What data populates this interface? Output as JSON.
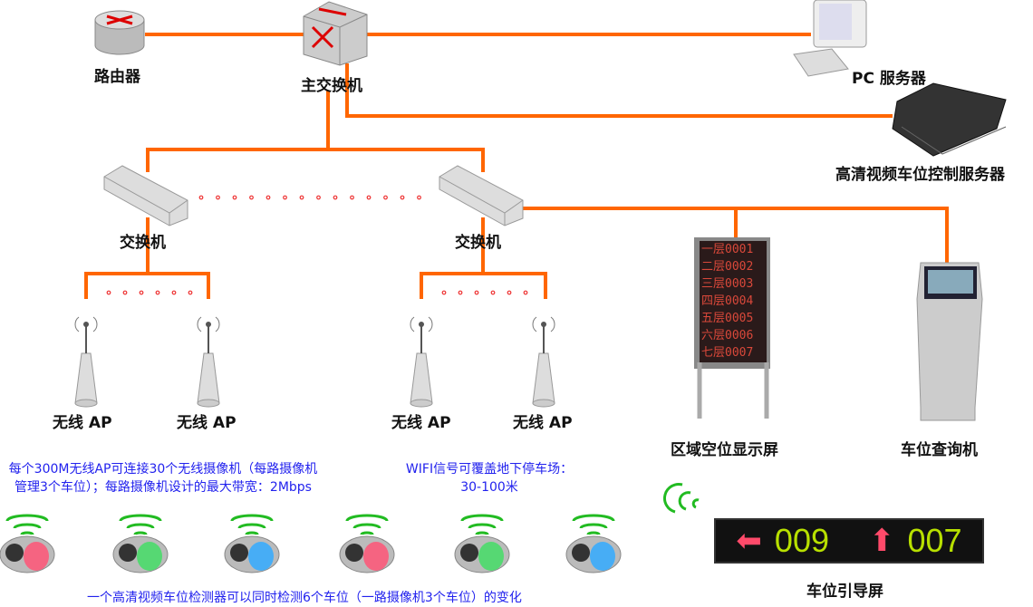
{
  "nodes": {
    "router": "路由器",
    "main_switch": "主交换机",
    "pc_server": "PC 服务器",
    "hd_server": "高清视频车位控制服务器",
    "switch_left": "交换机",
    "switch_right": "交换机",
    "ap1": "无线 AP",
    "ap2": "无线 AP",
    "ap3": "无线 AP",
    "ap4": "无线 AP",
    "zone_display": "区域空位显示屏",
    "kiosk": "车位查询机",
    "guide_screen": "车位引导屏"
  },
  "zone_display_rows": [
    "一层0001",
    "二层0002",
    "三层0003",
    "四层0004",
    "五层0005",
    "六层0006",
    "七层0007"
  ],
  "guide_screen": {
    "left_value": "009",
    "up_value": "007"
  },
  "notes": {
    "ap_line1": "每个300M无线AP可连接30个无线摄像机（每路摄像机",
    "ap_line2": "管理3个车位）；每路摄像机设计的最大带宽：2Mbps",
    "wifi_line1": "WIFI信号可覆盖地下停车场：",
    "wifi_line2": "30-100米",
    "detector": "一个高清视频车位检测器可以同时检测6个车位（一路摄像机3个车位）的变化"
  },
  "colors": {
    "link": "#ff6600",
    "dots": "#ee3333",
    "note": "#2222ee",
    "wifi": "#22bb22",
    "cameras": [
      "#ff5577",
      "#44dd66",
      "#33aaff",
      "#ff5577",
      "#44dd66",
      "#33aaff"
    ]
  }
}
